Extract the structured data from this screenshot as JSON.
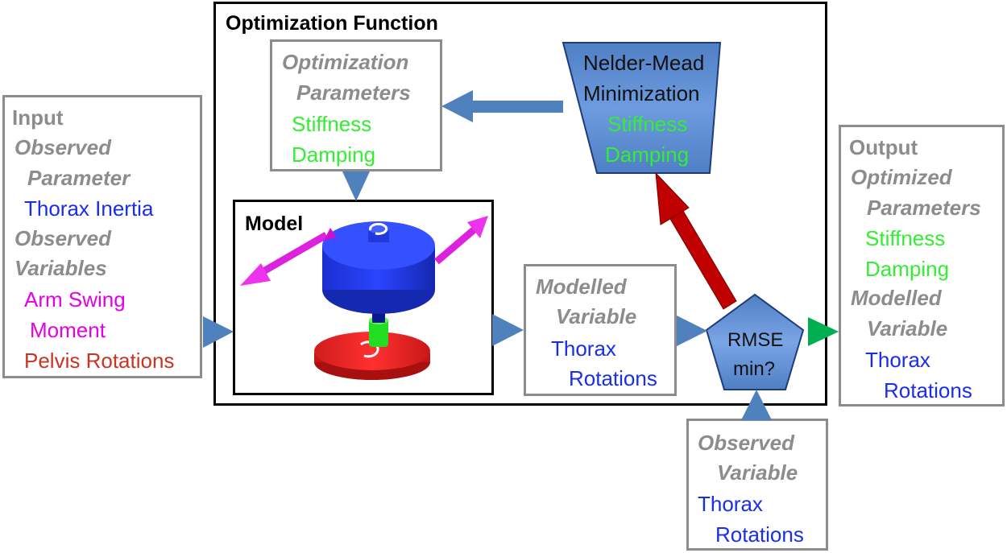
{
  "optimization_function": {
    "title": "Optimization Function"
  },
  "optimization_parameters": {
    "title_line1": "Optimization",
    "title_line2": "Parameters",
    "item1": "Stiffness",
    "item2": "Damping"
  },
  "nelder_mead": {
    "line1": "Nelder-Mead",
    "line2": "Minimization",
    "item1": "Stiffness",
    "item2": "Damping"
  },
  "input": {
    "header": "Input",
    "observed_parameter_line1": "Observed",
    "observed_parameter_line2": "Parameter",
    "thorax_inertia": "Thorax Inertia",
    "observed_variables_line1": "Observed",
    "observed_variables_line2": "Variables",
    "arm_swing_line1": "Arm Swing",
    "arm_swing_line2": "Moment",
    "pelvis_rotations": "Pelvis Rotations"
  },
  "model": {
    "title": "Model"
  },
  "modelled_variable": {
    "line1": "Modelled",
    "line2": "Variable",
    "item1": "Thorax",
    "item2": "Rotations"
  },
  "rmse": {
    "line1": "RMSE",
    "line2": "min?"
  },
  "output": {
    "header": "Output",
    "optimized_line1": "Optimized",
    "optimized_line2": "Parameters",
    "stiffness": "Stiffness",
    "damping": "Damping",
    "modelled_line1": "Modelled",
    "modelled_line2": "Variable",
    "thorax": "Thorax",
    "rotations": "Rotations"
  },
  "observed_variable": {
    "line1": "Observed",
    "line2": "Variable",
    "item1": "Thorax",
    "item2": "Rotations"
  },
  "colors": {
    "arrow_blue": "#4f81bd",
    "arrow_red": "#c00000",
    "arrow_green": "#00b050",
    "stiffness_damping": "#33ee33",
    "thorax": "#1a2ee6",
    "arm_swing": "#e600e6",
    "pelvis": "#cc3322"
  }
}
